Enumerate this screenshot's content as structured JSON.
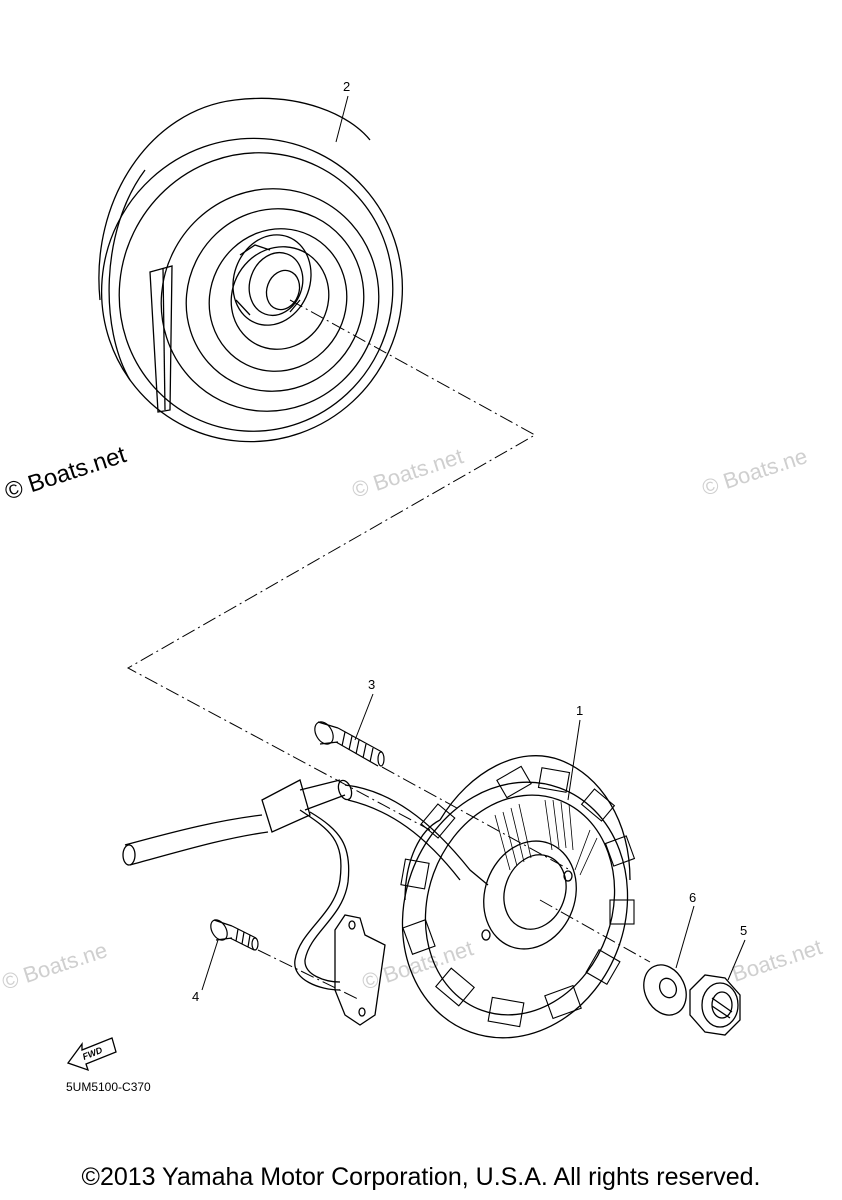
{
  "callouts": [
    {
      "id": "1",
      "label": "1"
    },
    {
      "id": "2",
      "label": "2"
    },
    {
      "id": "3",
      "label": "3"
    },
    {
      "id": "4",
      "label": "4"
    },
    {
      "id": "5",
      "label": "5"
    },
    {
      "id": "6",
      "label": "6"
    }
  ],
  "watermark": {
    "main": "© Boats.net",
    "faint": "© Boats.net",
    "faint_partial": "© Boats.ne",
    "faint_short": "Boats.net"
  },
  "fwd_label": "FWD",
  "part_code": "5UM5100-C370",
  "copyright": "©2013 Yamaha Motor Corporation, U.S.A. All rights reserved.",
  "colors": {
    "line": "#000000",
    "watermark_faint": "#c8c8c8"
  }
}
